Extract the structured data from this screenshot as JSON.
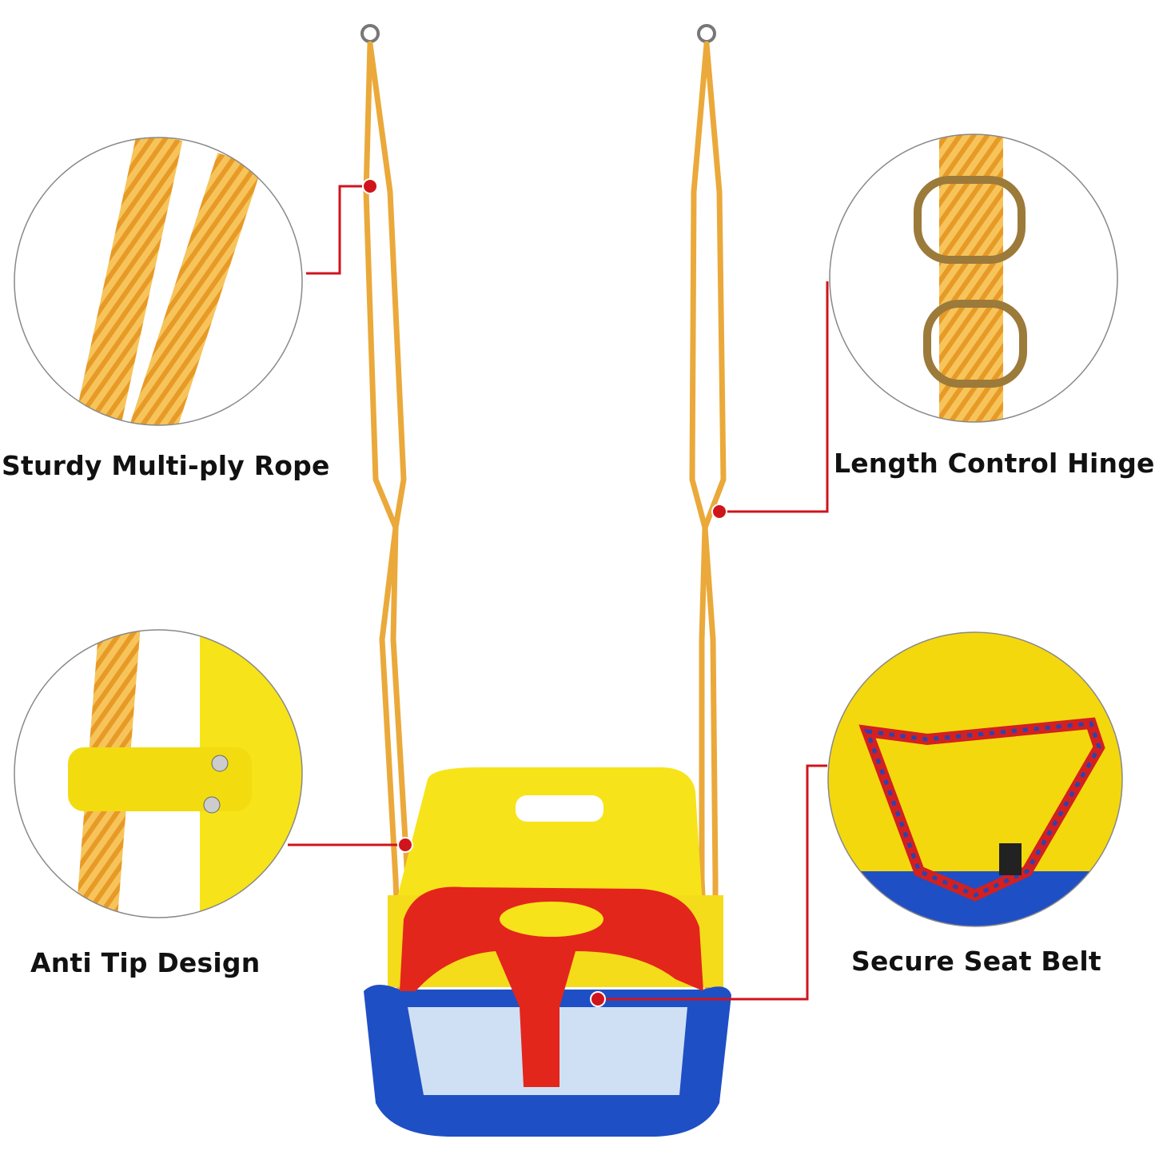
{
  "features": [
    {
      "label": "Sturdy Multi-ply Rope",
      "icon": "rope-closeup"
    },
    {
      "label": "Length Control Hinge",
      "icon": "metal-ring-closeup"
    },
    {
      "label": "Anti Tip Design",
      "icon": "rope-clip-closeup"
    },
    {
      "label": "Secure Seat Belt",
      "icon": "seat-belt-closeup"
    }
  ],
  "colors": {
    "connector": "#d0141c",
    "rope": "#f2b23a",
    "seat_back": "#f7e31a",
    "seat_front": "#e3261b",
    "seat_base": "#1f4fc4",
    "circle_border": "#888888"
  }
}
